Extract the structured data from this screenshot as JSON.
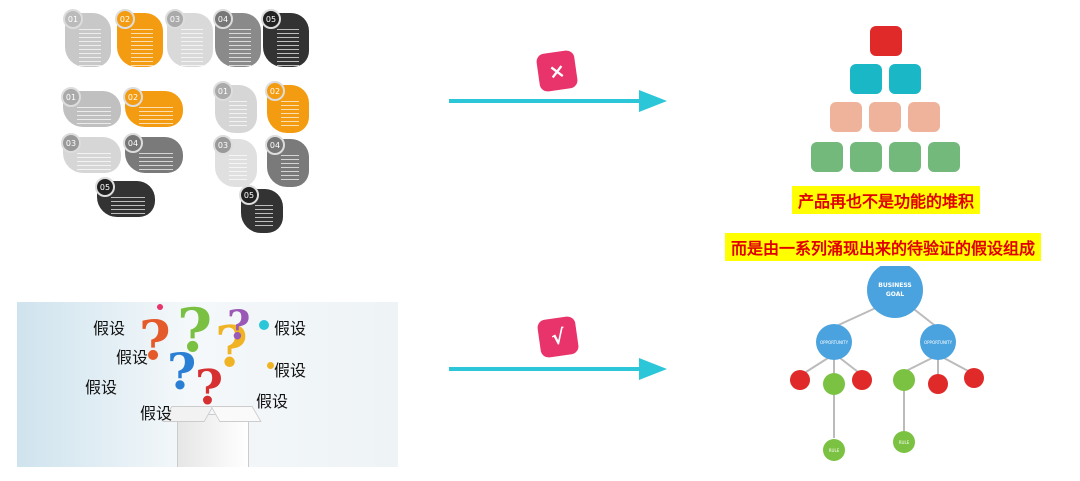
{
  "left_top": {
    "infographic": {
      "labels": [
        "01",
        "02",
        "03",
        "04",
        "05"
      ],
      "colors": {
        "light": "#c8c8c8",
        "orange": "#f39c12",
        "dark": "#666666",
        "darker": "#333333"
      }
    }
  },
  "left_bottom": {
    "hypothesis_labels": [
      "假设",
      "假设",
      "假设",
      "假设",
      "假设",
      "假设",
      "假设"
    ]
  },
  "arrows": {
    "color": "#2bc6d8",
    "wrong_badge": "×",
    "right_badge": "√",
    "badge_color": "#e8336b"
  },
  "right_top": {
    "pyramid_colors": [
      "#e02a2a",
      "#1ab7c7",
      "#eeb39a",
      "#74b97c"
    ],
    "caption": "产品再也不是功能的堆积"
  },
  "right_bottom": {
    "caption": "而是由一系列涌现出来的待验证的假设组成",
    "tree": {
      "root": "BUSINESS GOAL",
      "opportunity": "OPPORTUNITY",
      "leaf": "RULE",
      "colors": {
        "root": "#4aa3df",
        "opportunity": "#4aa3df",
        "red": "#e02a2a",
        "green": "#7cc242"
      }
    }
  }
}
